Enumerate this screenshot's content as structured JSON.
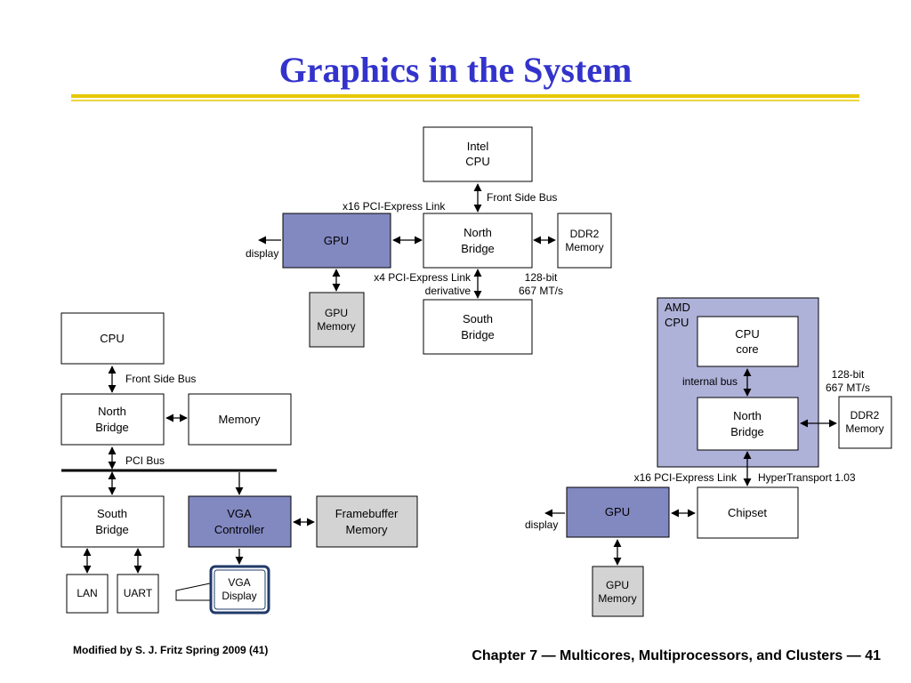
{
  "slide": {
    "title": "Graphics in the System",
    "footer_left": "Modified by S. J. Fritz  Spring 2009 (41)",
    "footer_right": "Chapter 7 — Multicores, Multiprocessors, and Clusters — 41"
  },
  "colors": {
    "title": "#3333cc",
    "gpu_fill": "#8288c0",
    "memory_fill": "#d3d3d3",
    "amd_fill": "#aeb1d8",
    "underline_yellow": "#e6c800"
  },
  "intel": {
    "cpu": [
      "Intel",
      "CPU"
    ],
    "front_side_bus": "Front Side Bus",
    "pcie_x16": "x16 PCI-Express Link",
    "gpu": "GPU",
    "display": "display",
    "north_bridge": [
      "North",
      "Bridge"
    ],
    "ddr2": [
      "DDR2",
      "Memory"
    ],
    "gpu_memory": [
      "GPU",
      "Memory"
    ],
    "pcie_x4": [
      "x4 PCI-Express Link",
      "derivative"
    ],
    "bus_spec": [
      "128-bit",
      "667 MT/s"
    ],
    "south_bridge": [
      "South",
      "Bridge"
    ]
  },
  "vga": {
    "cpu": "CPU",
    "front_side_bus": "Front Side Bus",
    "north_bridge": [
      "North",
      "Bridge"
    ],
    "memory": "Memory",
    "pci_bus": "PCI Bus",
    "south_bridge": [
      "South",
      "Bridge"
    ],
    "vga_controller": [
      "VGA",
      "Controller"
    ],
    "framebuffer": [
      "Framebuffer",
      "Memory"
    ],
    "lan": "LAN",
    "uart": "UART",
    "vga_display": [
      "VGA",
      "Display"
    ]
  },
  "amd": {
    "cpu": [
      "AMD",
      "CPU"
    ],
    "cpu_core": [
      "CPU",
      "core"
    ],
    "internal_bus": "internal bus",
    "north_bridge": [
      "North",
      "Bridge"
    ],
    "bus_spec": [
      "128-bit",
      "667 MT/s"
    ],
    "ddr2": [
      "DDR2",
      "Memory"
    ],
    "pcie_x16": "x16 PCI-Express Link",
    "hypertransport": "HyperTransport 1.03",
    "gpu": "GPU",
    "display": "display",
    "chipset": "Chipset",
    "gpu_memory": [
      "GPU",
      "Memory"
    ]
  }
}
